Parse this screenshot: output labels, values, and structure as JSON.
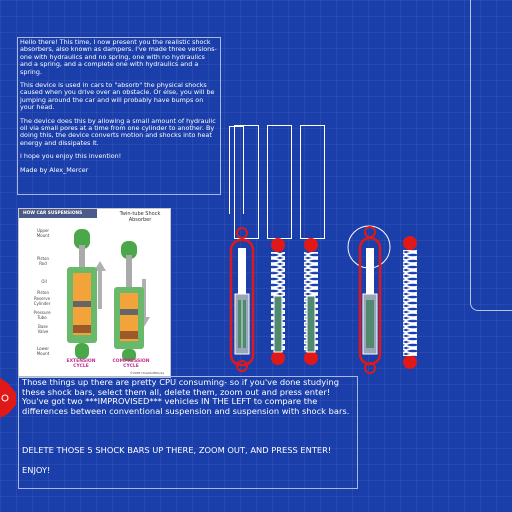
{
  "intro": {
    "p1": "Hello there! This time, I now present you the realistic shock absorbers, also known as dampers. I've made three versions- one with hydraulics and no spring, one with no hydraulics and a spring, and a complete one with hydraulics and a spring.",
    "p2": "This device is used in cars to \"absorb\" the physical shocks caused when you drive over an obstacle. Or else, you will be jumping around the car and will probably have bumps on your head.",
    "p3": "The device does this by allowing a small amount of hydraulic oil via small pores at a time from one cylinder to another. By doing this, the device converts motion and shocks into heat energy and dissipates it.",
    "p4": "I hope you enjoy this invention!",
    "p5": "Made by Alex_Mercer"
  },
  "diagram": {
    "header": "HOW CAR SUSPENSIONS WORK",
    "subtitle": "Twin-tube Shock Absorber",
    "labels": {
      "upper_mount": "Upper Mount",
      "piston_rod": "Piston Rod",
      "oil": "Oil",
      "piston": "Piston",
      "reserve_cylinder": "Reserve Cylinder",
      "pressure_tube": "Pressure Tube",
      "base_valve": "Base Valve",
      "lower_mount": "Lower Mount"
    },
    "extension": "EXTENSION CYCLE",
    "compression": "COMPRESSION CYCLE",
    "credit": "©2005 HowStuffWorks"
  },
  "note": {
    "l1": "Those things up there are pretty CPU consuming- so if you've done studying these shock bars, select them all, delete them, zoom out and press enter!",
    "l2": "You've got two ***IMPROVISED*** vehicles IN THE LEFT to compare the differences between conventional suspension and suspension with shock bars.",
    "l3": "DELETE THOSE 5 SHOCK BARS UP THERE, ZOOM OUT, AND PRESS ENTER!",
    "l4": "ENJOY!"
  },
  "colors": {
    "background": "#1a3eaa",
    "shock_red": "#e01818",
    "shock_outline": "#ffffff",
    "hydraulic_green": "#4f8a6e"
  }
}
